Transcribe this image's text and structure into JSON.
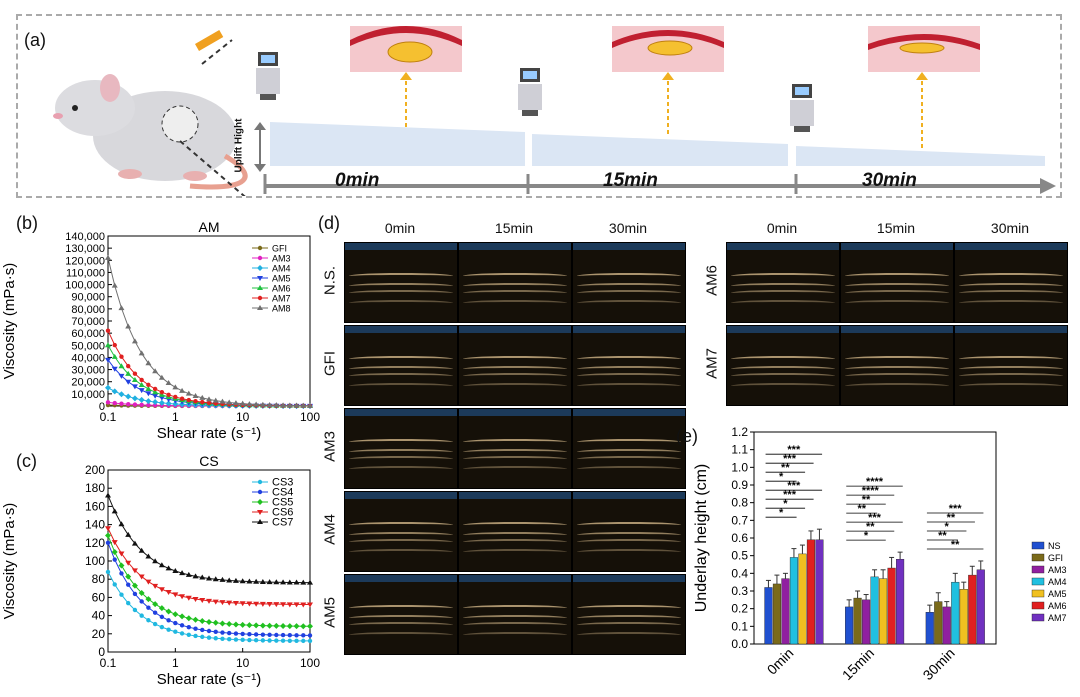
{
  "panel_a": {
    "label": "(a)",
    "y_axis_label": "Uplift Hight",
    "times": [
      "0min",
      "15min",
      "30min"
    ]
  },
  "panel_b": {
    "label": "(b)"
  },
  "panel_c": {
    "label": "(c)"
  },
  "panel_d": {
    "label": "(d)",
    "col_labels_left": [
      "0min",
      "15min",
      "30min"
    ],
    "col_labels_right": [
      "0min",
      "15min",
      "30min"
    ],
    "row_labels_left": [
      "N.S.",
      "GFI",
      "AM3",
      "AM4",
      "AM5"
    ],
    "row_labels_right": [
      "AM6",
      "AM7"
    ]
  },
  "panel_e": {
    "label": "(e)"
  },
  "colors": {
    "GFI": "#7a6a1a",
    "AM3": "#e020c0",
    "AM4": "#20b0e0",
    "AM5": "#2040e0",
    "AM6": "#20c040",
    "AM7": "#e02020",
    "AM8": "#707070",
    "CS3": "#20b8e0",
    "CS4": "#2040e0",
    "CS5": "#20c020",
    "CS6": "#e02020",
    "CS7": "#111111",
    "NS": "#2050d0",
    "AM3e": "#9020a0",
    "AM4e": "#20c0e0",
    "AM5e": "#f0c020",
    "AM6e": "#e02020",
    "AM7e": "#7030c0"
  },
  "chart_data": [
    {
      "type": "line",
      "title": "AM",
      "xlabel": "Shear rate (s⁻¹)",
      "ylabel": "Viscosity (mPa·s)",
      "xscale": "log",
      "xlim": [
        0.1,
        100
      ],
      "ylim": [
        0,
        140000
      ],
      "yticks": [
        "0",
        "10,000",
        "20,000",
        "30,000",
        "40,000",
        "50,000",
        "60,000",
        "70,000",
        "80,000",
        "90,000",
        "100,000",
        "110,000",
        "120,000",
        "130,000",
        "140,000"
      ],
      "xticks": [
        "0.1",
        "1",
        "10",
        "100"
      ],
      "legend_position": "top-right",
      "series": [
        {
          "name": "GFI",
          "v0": 800,
          "decay": 1.0
        },
        {
          "name": "AM3",
          "v0": 3000,
          "decay": 1.0
        },
        {
          "name": "AM4",
          "v0": 15000,
          "decay": 0.95
        },
        {
          "name": "AM5",
          "v0": 38000,
          "decay": 0.93
        },
        {
          "name": "AM6",
          "v0": 50000,
          "decay": 0.92
        },
        {
          "name": "AM7",
          "v0": 62000,
          "decay": 0.92
        },
        {
          "name": "AM8",
          "v0": 122000,
          "decay": 0.9
        }
      ]
    },
    {
      "type": "line",
      "title": "CS",
      "xlabel": "Shear rate (s⁻¹)",
      "ylabel": "Viscosity (mPa·s)",
      "xscale": "log",
      "xlim": [
        0.1,
        100
      ],
      "ylim": [
        0,
        200
      ],
      "yticks": [
        "0",
        "20",
        "40",
        "60",
        "80",
        "100",
        "120",
        "140",
        "160",
        "180",
        "200"
      ],
      "xticks": [
        "0.1",
        "1",
        "10",
        "100"
      ],
      "legend_position": "top-right",
      "series": [
        {
          "name": "CS3",
          "v0": 88,
          "vinf": 12
        },
        {
          "name": "CS4",
          "v0": 120,
          "vinf": 18
        },
        {
          "name": "CS5",
          "v0": 128,
          "vinf": 28
        },
        {
          "name": "CS6",
          "v0": 136,
          "vinf": 52
        },
        {
          "name": "CS7",
          "v0": 172,
          "vinf": 76
        }
      ]
    },
    {
      "type": "bar",
      "ylabel": "Underlay height (cm)",
      "ylim": [
        0,
        1.2
      ],
      "yticks": [
        "0.0",
        "0.1",
        "0.2",
        "0.3",
        "0.4",
        "0.5",
        "0.6",
        "0.7",
        "0.8",
        "0.9",
        "1.0",
        "1.1",
        "1.2"
      ],
      "categories": [
        "0min",
        "15min",
        "30min"
      ],
      "legend_position": "right",
      "series": [
        {
          "name": "NS",
          "values": [
            0.32,
            0.21,
            0.18
          ],
          "err": [
            0.04,
            0.04,
            0.04
          ]
        },
        {
          "name": "GFI",
          "values": [
            0.34,
            0.26,
            0.24
          ],
          "err": [
            0.05,
            0.04,
            0.05
          ]
        },
        {
          "name": "AM3",
          "values": [
            0.37,
            0.25,
            0.21
          ],
          "err": [
            0.03,
            0.03,
            0.03
          ]
        },
        {
          "name": "AM4",
          "values": [
            0.49,
            0.38,
            0.35
          ],
          "err": [
            0.05,
            0.04,
            0.05
          ]
        },
        {
          "name": "AM5",
          "values": [
            0.51,
            0.37,
            0.31
          ],
          "err": [
            0.05,
            0.05,
            0.04
          ]
        },
        {
          "name": "AM6",
          "values": [
            0.59,
            0.43,
            0.39
          ],
          "err": [
            0.05,
            0.06,
            0.05
          ]
        },
        {
          "name": "AM7",
          "values": [
            0.59,
            0.48,
            0.42
          ],
          "err": [
            0.06,
            0.04,
            0.05
          ]
        }
      ],
      "significance": [
        [
          "***",
          "***",
          "**",
          "*",
          "***",
          "***",
          "*",
          "*"
        ],
        [
          "****",
          "****",
          "**",
          "**",
          "***",
          "**",
          "*"
        ],
        [
          "***",
          "**",
          "*",
          "**",
          "**"
        ]
      ]
    }
  ]
}
